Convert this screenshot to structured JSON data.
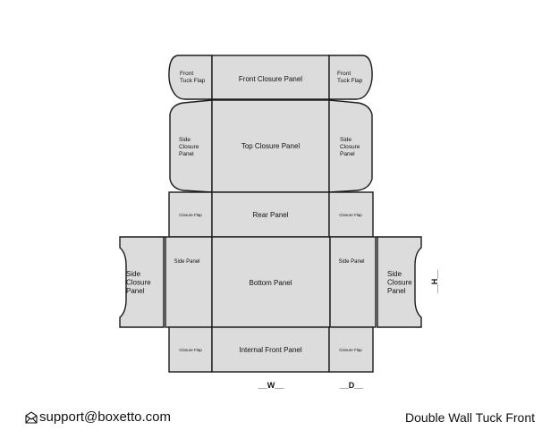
{
  "panels": {
    "front_tuck_flap_left": [
      "Front",
      "Tuck Flap"
    ],
    "front_closure_panel": "Front Closure Panel",
    "front_tuck_flap_right": [
      "Front",
      "Tuck Flap"
    ],
    "side_closure_top_left": [
      "Side",
      "Closure",
      "Panel"
    ],
    "top_closure_panel": "Top Closure Panel",
    "side_closure_top_right": [
      "Side",
      "Closure",
      "Panel"
    ],
    "closure_flap_rear_left": "Closure Flap",
    "rear_panel": "Rear Panel",
    "closure_flap_rear_right": "Closure Flap",
    "side_closure_outer_left": [
      "Side",
      "Closure",
      "Panel"
    ],
    "side_panel_left": "Side Panel",
    "bottom_panel": "Bottom Panel",
    "side_panel_right": "Side Panel",
    "side_closure_outer_right": [
      "Side",
      "Closure",
      "Panel"
    ],
    "closure_flap_front_left": "Closure Flap",
    "internal_front_panel": "Internal Front Panel",
    "closure_flap_front_right": "Closure Flap"
  },
  "dimensions": {
    "width_label": "__W__",
    "depth_label": "__D__",
    "height_label": "__H__"
  },
  "footer": {
    "email": "support@boxetto.com",
    "email_icon": "envelope-icon",
    "title": "Double Wall Tuck Front"
  },
  "colors": {
    "panel_fill": "#dcdcdc",
    "line": "#1a1a1a"
  }
}
